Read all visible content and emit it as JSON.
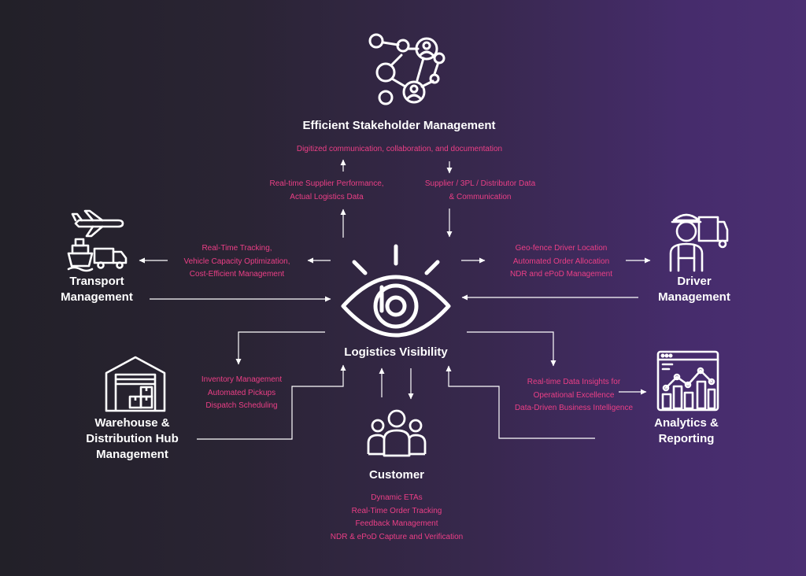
{
  "center": {
    "title": "Logistics Visibility"
  },
  "stakeholder": {
    "title": "Efficient Stakeholder Management",
    "top_note": "Digitized communication, collaboration, and documentation",
    "left_notes": [
      "Real-time Supplier Performance,",
      "Actual Logistics Data"
    ],
    "right_notes": [
      "Supplier / 3PL / Distributor Data",
      "& Communication"
    ]
  },
  "transport": {
    "title_lines": [
      "Transport",
      "Management"
    ],
    "notes": [
      "Real-Time Tracking,",
      "Vehicle Capacity Optimization,",
      "Cost-Efficient Management"
    ]
  },
  "driver": {
    "title_lines": [
      "Driver",
      "Management"
    ],
    "notes": [
      "Geo-fence Driver Location",
      "Automated Order Allocation",
      "NDR and ePoD Management"
    ]
  },
  "warehouse": {
    "title_lines": [
      "Warehouse &",
      "Distribution Hub",
      "Management"
    ],
    "notes": [
      "Inventory Management",
      "Automated Pickups",
      "Dispatch Scheduling"
    ]
  },
  "analytics": {
    "title_lines": [
      "Analytics &",
      "Reporting"
    ],
    "notes": [
      "Real-time Data Insights for",
      "Operational Excellence",
      "Data-Driven Business Intelligence"
    ]
  },
  "customer": {
    "title": "Customer",
    "notes": [
      "Dynamic ETAs",
      "Real-Time Order Tracking",
      "Feedback Management",
      "NDR & ePoD Capture and Verification"
    ]
  },
  "colors": {
    "accent_pink": "#ec3f86",
    "text": "#ffffff",
    "line": "#ffffff",
    "bg_left": "#222028",
    "bg_right": "#4b2f72"
  },
  "icons": {
    "center": "eye-icon",
    "stakeholder": "network-people-icon",
    "transport": "plane-ship-truck-icon",
    "driver": "driver-truck-icon",
    "warehouse": "warehouse-icon",
    "analytics": "analytics-dashboard-icon",
    "customer": "group-people-icon"
  }
}
